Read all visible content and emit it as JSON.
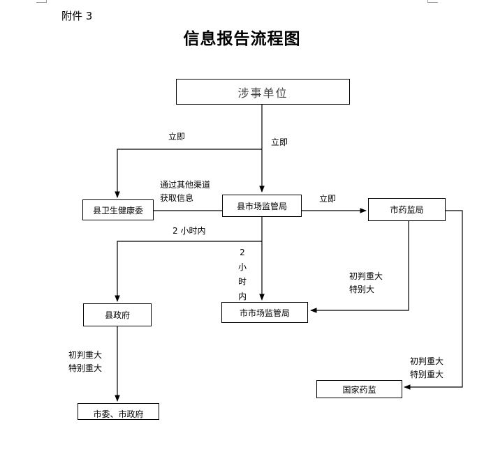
{
  "header": {
    "attachment": "附件 3",
    "title": "信息报告流程图"
  },
  "nodes": {
    "involved_unit": "涉事单位",
    "county_health": "县卫生健康委",
    "county_market": "县市场监管局",
    "city_drug": "市药监局",
    "county_gov": "县政府",
    "city_market": "市市场监管局",
    "national_drug": "国家药监",
    "city_committee": "市委、市政府"
  },
  "edge_labels": {
    "immediately_left": "立即",
    "immediately_down": "立即",
    "other_channels_line1": "通过其他渠道",
    "other_channels_line2": "获取信息",
    "immediately_right": "立即",
    "within_2h": "2 小时内",
    "within_2h_vertical": [
      "2",
      "小",
      "时",
      "内"
    ],
    "prelim_major_1_line1": "初判重大",
    "prelim_major_1_line2": "特别大",
    "prelim_major_2_line1": "初判重大",
    "prelim_major_2_line2": "特别重大",
    "prelim_major_3_line1": "初判重大",
    "prelim_major_3_line2": "特别重大"
  }
}
